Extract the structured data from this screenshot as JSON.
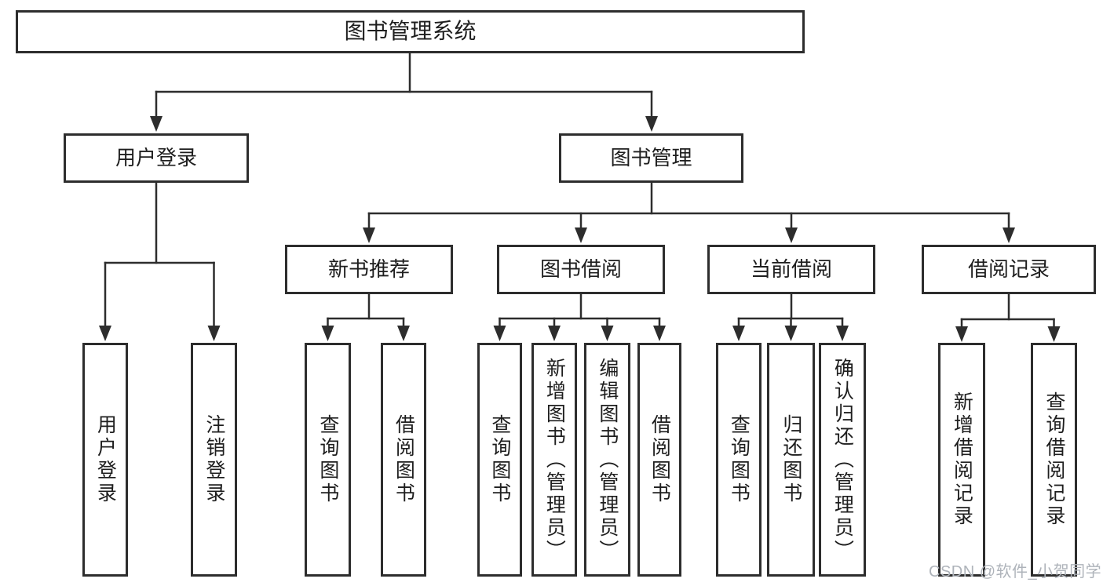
{
  "colors": {
    "line": "#2d2d2d",
    "box_border": "#2d2d2d",
    "box_background": "#ffffff",
    "page_background": "#ffffff",
    "watermark": "#aeb3ba"
  },
  "tree": {
    "root": {
      "label": "图书管理系统"
    },
    "branches": [
      {
        "label": "用户登录",
        "children": [
          {
            "label": "用户登录"
          },
          {
            "label": "注销登录"
          }
        ]
      },
      {
        "label": "图书管理",
        "children": [
          {
            "label": "新书推荐",
            "children": [
              {
                "label": "查询图书"
              },
              {
                "label": "借阅图书"
              }
            ]
          },
          {
            "label": "图书借阅",
            "children": [
              {
                "label": "查询图书"
              },
              {
                "label": "新增图书（管理员）"
              },
              {
                "label": "编辑图书（管理员）"
              },
              {
                "label": "借阅图书"
              }
            ]
          },
          {
            "label": "当前借阅",
            "children": [
              {
                "label": "查询图书"
              },
              {
                "label": "归还图书"
              },
              {
                "label": "确认归还（管理员）"
              }
            ]
          },
          {
            "label": "借阅记录",
            "children": [
              {
                "label": "新增借阅记录"
              },
              {
                "label": "查询借阅记录"
              }
            ]
          }
        ]
      }
    ]
  },
  "watermark": {
    "text": "CSDN @软件_小贺同学"
  }
}
